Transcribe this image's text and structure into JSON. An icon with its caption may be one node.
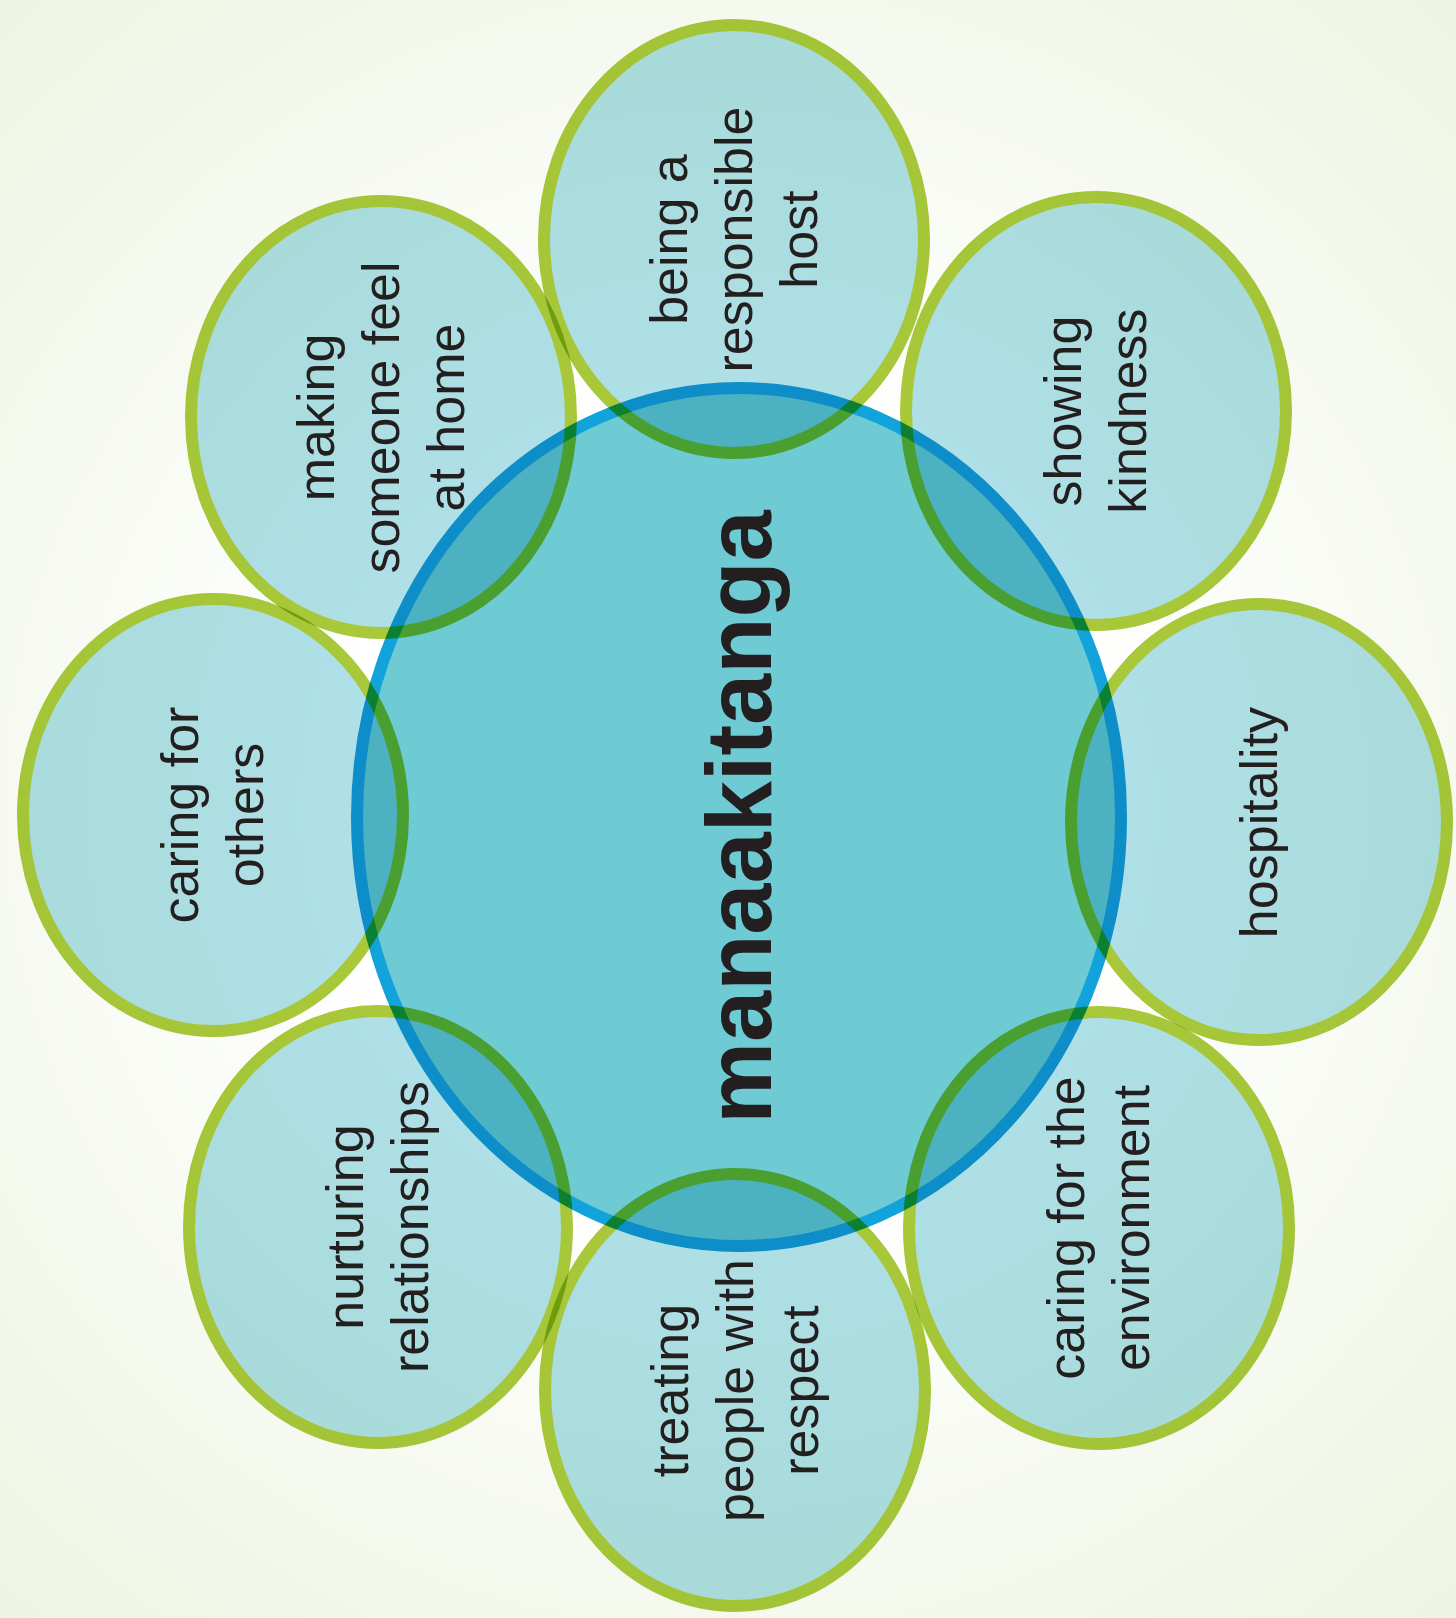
{
  "diagram": {
    "nodes": [
      {
        "text": [
          "manaakitanga"
        ]
      },
      {
        "text": [
          "being a responsible host"
        ]
      },
      {
        "text": [
          "showing kindness"
        ]
      },
      {
        "text": [
          "hospitality"
        ]
      },
      {
        "text": [
          "caring for the environment"
        ]
      },
      {
        "text": [
          "treating people with respect"
        ]
      },
      {
        "text": [
          "nurturing relationships"
        ]
      },
      {
        "text": [
          "caring for others"
        ]
      },
      {
        "text": [
          "making someone feel at home"
        ]
      }
    ]
  }
}
